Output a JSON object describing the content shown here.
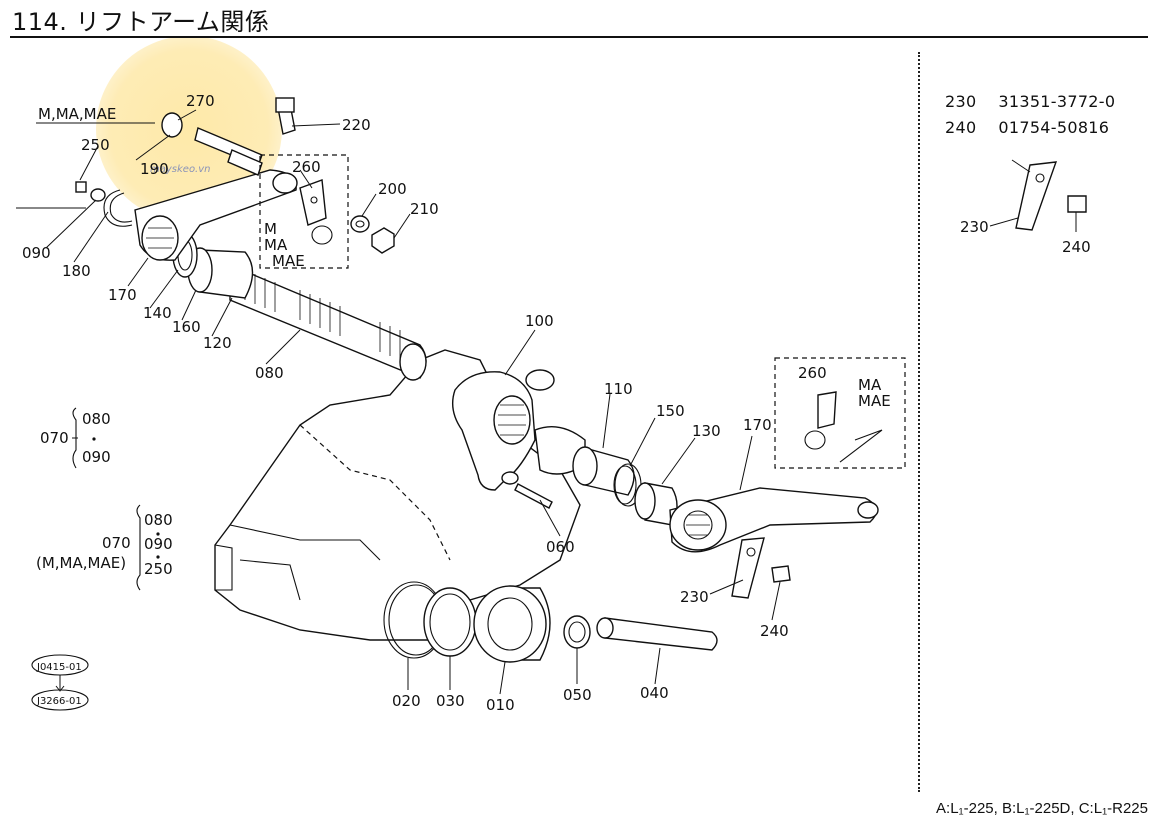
{
  "header": {
    "title": "114. リフトアーム関係"
  },
  "parts_table": [
    {
      "ref": "230",
      "part_no": "31351-3772-0"
    },
    {
      "ref": "240",
      "part_no": "01754-50816"
    }
  ],
  "callouts": {
    "c270": "270",
    "c220": "220",
    "c250": "250",
    "c190": "190",
    "c260a": "260",
    "c200": "200",
    "c210": "210",
    "c090": "090",
    "c180": "180",
    "c170a": "170",
    "c140": "140",
    "c160": "160",
    "c120": "120",
    "c080": "080",
    "c100": "100",
    "c110": "110",
    "c150": "150",
    "c130": "130",
    "c170b": "170",
    "c260b": "260",
    "c060": "060",
    "c230": "230",
    "c240": "240",
    "c020": "020",
    "c030": "030",
    "c010": "010",
    "c050": "050",
    "c040": "040",
    "c230r": "230",
    "c240r": "240"
  },
  "variant_labels": {
    "mmamae_top": "M,MA,MAE",
    "box_m": "M",
    "box_ma": "MA",
    "box_mae": "MAE",
    "box2_ma": "MA",
    "box2_mae": "MAE"
  },
  "assembly_notes": {
    "g1_ref": "070",
    "g1_a": "080",
    "g1_b": "090",
    "g2_ref": "070",
    "g2_note": "(M,MA,MAE)",
    "g2_a": "080",
    "g2_b": "090",
    "g2_c": "250"
  },
  "refs": {
    "ref_top": "J0415-01",
    "ref_bottom": "J3266-01"
  },
  "watermark": "mayskeo.vn",
  "footer": {
    "models": "A:L₁-225,  B:L₁-225D,  C:L₁-R225"
  }
}
